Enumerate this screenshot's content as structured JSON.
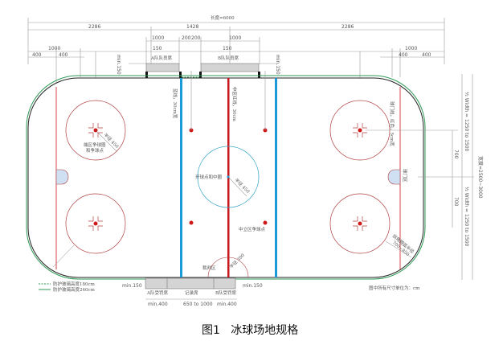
{
  "colors": {
    "red_line": "#c8161d",
    "blue_line": "#1a9ad6",
    "faceoff": "#b04040",
    "glass_green": "#2e9a55",
    "crease": "#cfe0f2"
  },
  "dimensions": {
    "length": "长度=6000",
    "left_section": "2286",
    "center_section": "1428",
    "right_section": "2286",
    "bench_a_width": "1000",
    "bench_b_width": "1000",
    "center_gap_left": "200",
    "center_gap_right": "200",
    "bench_a_offset": "150",
    "bench_b_offset": "150",
    "left_1000": "1000",
    "left_400a": "400",
    "left_400b": "400",
    "right_1000": "1000",
    "right_400a": "400",
    "right_400b": "400",
    "min150_left": "min.150",
    "min150_right": "min.150",
    "half_width_top": "½ Width = 1250 to 1500",
    "half_width_bottom": "½ Width = 1250 to 1500",
    "total_width": "宽度=2500~3000",
    "dot_700_top": "700",
    "dot_700_bottom": "700",
    "bottom_min150_left": "min.150",
    "bottom_min150_right": "min.150",
    "penalty_a_width": "min.400",
    "scorer_width": "650 to 1000",
    "penalty_b_width": "min.400"
  },
  "labels": {
    "bench_a": "A队队员席",
    "bench_b": "B队队员席",
    "blue_line": "蓝线，30cm宽",
    "center_red_line": "中区红线，30cm",
    "goal_line": "球门线，红色，5cm宽",
    "goal_crease": "球门区",
    "center_faceoff": "开球点和中圈",
    "center_radius": "半径 450",
    "end_faceoff_radius": "半径 450",
    "end_faceoff_1": "端区争球圈",
    "end_faceoff_2": "和争球点",
    "neutral_dot": "中立区争球点",
    "referee_area": "裁判区",
    "referee_radius": "半径 300",
    "corner_radius": "拐角圆弧半径",
    "corner_radius_value": "700~850",
    "penalty_a": "A队受罚席",
    "scorer": "记录席",
    "penalty_b": "B队受罚席",
    "units_note": "图中所有尺寸单位为：cm"
  },
  "legend": [
    {
      "style": "dashed",
      "label": "防护玻璃高度180cm"
    },
    {
      "style": "solid",
      "label": "防护玻璃高度240cm"
    }
  ],
  "caption": "图1   冰球场地规格"
}
